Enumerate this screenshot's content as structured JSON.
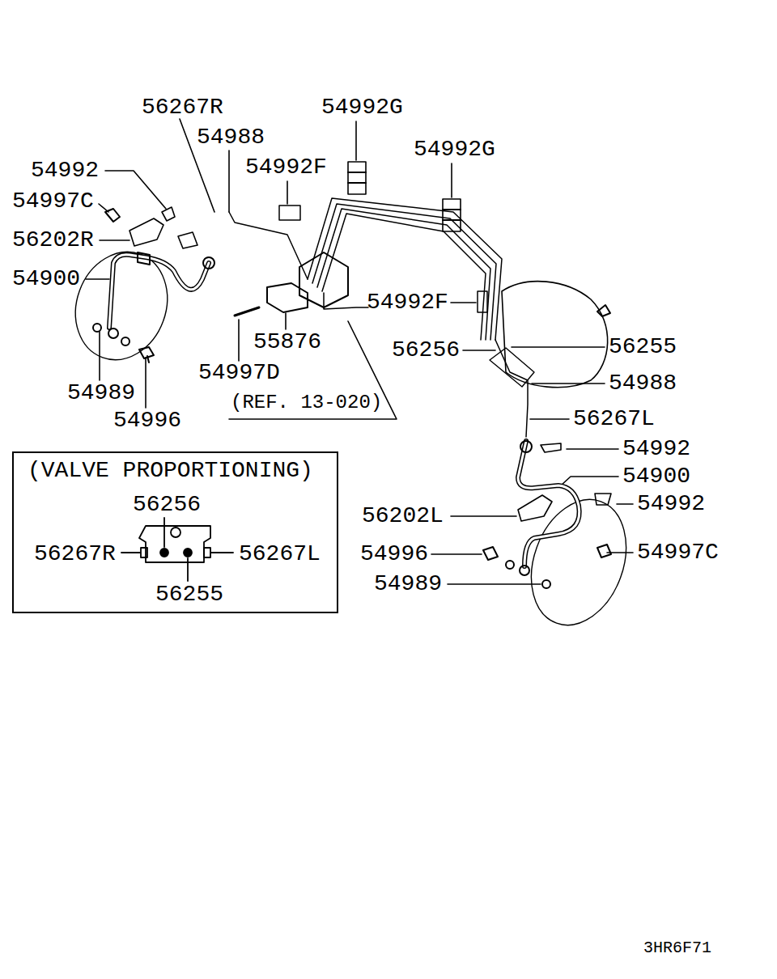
{
  "diagram": {
    "nodes": [
      {
        "text": [
          "(VALVE PROPORTIONING)",
          "56256",
          "56267R",
          "56267L",
          "56255"
        ]
      }
    ],
    "labels": [
      "56267R",
      "54992G",
      "54988",
      "54992G",
      "54992F",
      "54992",
      "54997C",
      "56202R",
      "54900",
      "54992F",
      "55876",
      "56255",
      "56256",
      "54997D",
      "54988",
      "54989",
      "(REF. 13-020)",
      "56267L",
      "54996",
      "54992",
      "54900",
      "54992",
      "56202L",
      "54997C",
      "54996",
      "54989",
      "3HR6F71"
    ]
  }
}
